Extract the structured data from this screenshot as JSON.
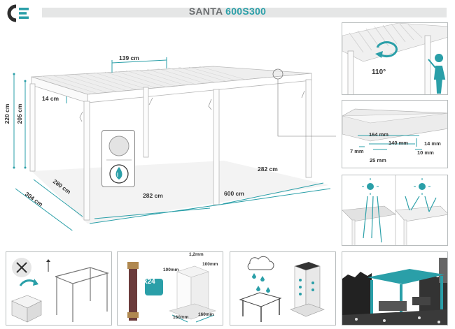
{
  "header": {
    "title_main": "SANTA",
    "title_accent": "600S300",
    "accent_color": "#2a9fa8"
  },
  "main": {
    "dims": {
      "louvre_span": "139 cm",
      "louvre_height": "14 cm",
      "total_height": "220 cm",
      "clear_height": "205 cm",
      "inner_depth": "280 cm",
      "outer_depth": "304 cm",
      "module_front": "282 cm",
      "module_back": "282 cm",
      "total_length": "600 cm"
    },
    "icons": [
      "color-swatch-icon",
      "water-resistant-icon"
    ]
  },
  "rotation": {
    "angle": "110°"
  },
  "profile": {
    "width": "164 mm",
    "inner": "140 mm",
    "height": "14 mm",
    "left_step": "7 mm",
    "bottom": "25 mm",
    "right_step": "10 mm"
  },
  "install": {
    "anchor_count": "x24",
    "post_top_thickness": "1,2mm",
    "post_side_a": "100mm",
    "post_side_b": "100mm",
    "base_a": "160mm",
    "base_b": "160mm"
  }
}
